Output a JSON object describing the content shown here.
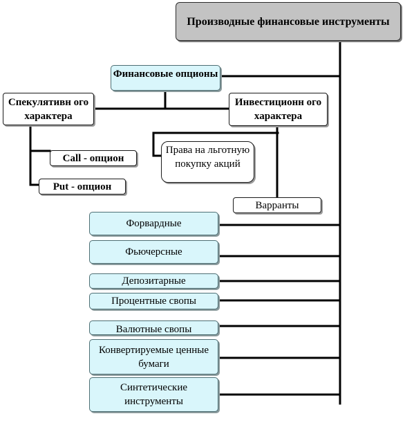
{
  "diagram": {
    "root": "Производные финансовые инструменты",
    "financial_options": "Финансовые опционы",
    "speculative": "Спекулятивн ого характера",
    "investment": "Инвестиционн ого характера",
    "call_option": "Call - опцион",
    "put_option": "Put - опцион",
    "preferential_rights": "Права на льготную покупку акций",
    "warrants": "Варранты",
    "forwards": "Форвардные",
    "futures": "Фьючерсные",
    "depositary": "Депозитарные",
    "interest_swaps": "Процентные свопы",
    "currency_swaps": "Валютные свопы",
    "convertible": "Конвертируемые ценные бумаги",
    "synthetic": "Синтетические инструменты"
  },
  "colors": {
    "root_fill": "#c3c3c3",
    "category_fill": "#d9f6fb",
    "leaf_fill": "#ffffff",
    "connector": "#000000"
  }
}
